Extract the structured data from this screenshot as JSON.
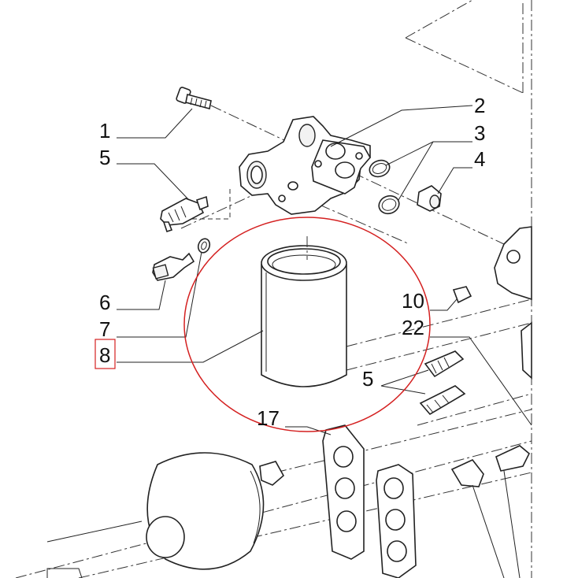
{
  "labels": {
    "l1": "1",
    "l2": "2",
    "l3": "3",
    "l4": "4",
    "l5a": "5",
    "l5b": "5",
    "l6": "6",
    "l7": "7",
    "l8": "8",
    "l10": "10",
    "l22": "22",
    "l17": "17"
  },
  "colors": {
    "highlight_circle": "#d42020",
    "highlight_box": "#d42020",
    "line": "#222222"
  }
}
